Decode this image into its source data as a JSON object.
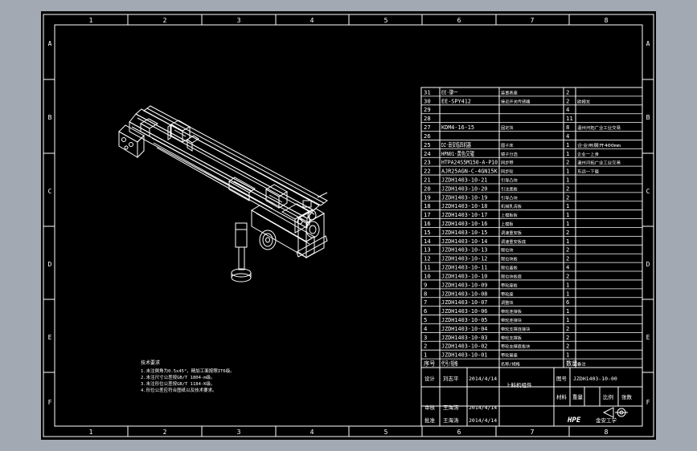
{
  "border": {
    "columns": [
      "1",
      "2",
      "3",
      "4",
      "5",
      "6",
      "7",
      "8"
    ],
    "rows": [
      "A",
      "B",
      "C",
      "D",
      "E",
      "F"
    ]
  },
  "bom": {
    "rows": [
      {
        "no": "31",
        "code": "EE·铆一",
        "name": "装置表座",
        "qty": "2",
        "note": ""
      },
      {
        "no": "30",
        "code": "EE-SPY412",
        "name": "接近开关传感器",
        "qty": "2",
        "note": "欧姆龙"
      },
      {
        "no": "29",
        "code": "",
        "name": "",
        "qty": "4",
        "note": ""
      },
      {
        "no": "28",
        "code": "",
        "name": "",
        "qty": "11",
        "note": ""
      },
      {
        "no": "27",
        "code": "KDM4-16-15",
        "name": "固定块",
        "qty": "8",
        "note": "温州河拓广业工业交易"
      },
      {
        "no": "26",
        "code": "",
        "name": "",
        "qty": "4",
        "note": ""
      },
      {
        "no": "25",
        "code": "DZ·南安临四机器",
        "name": "圆子床",
        "qty": "1",
        "note": "企业用展开400mm"
      },
      {
        "no": "24",
        "code": "HPN01·黄色交辊",
        "name": "镜子分选",
        "qty": "1",
        "note": "企业一上身"
      },
      {
        "no": "23",
        "code": "HTPA24S5M150-A-P10",
        "name": "同步带",
        "qty": "2",
        "note": "温州河拓广业工业交易"
      },
      {
        "no": "22",
        "code": "AJR25AGN-C-4GN15K",
        "name": "同步轮",
        "qty": "1",
        "note": "东远一下载"
      },
      {
        "no": "21",
        "code": "JZDH1403-10-21",
        "name": "引导凸块",
        "qty": "1",
        "note": ""
      },
      {
        "no": "20",
        "code": "JZDH1403-10-20",
        "name": "引注底板",
        "qty": "2",
        "note": ""
      },
      {
        "no": "19",
        "code": "JZDH1403-10-19",
        "name": "引导凸块",
        "qty": "2",
        "note": ""
      },
      {
        "no": "18",
        "code": "JZDH1403-10-18",
        "name": "机械乳清板",
        "qty": "1",
        "note": ""
      },
      {
        "no": "17",
        "code": "JZDH1403-10-17",
        "name": "上模板板",
        "qty": "1",
        "note": ""
      },
      {
        "no": "16",
        "code": "JZDH1403-10-16",
        "name": "上模板",
        "qty": "1",
        "note": ""
      },
      {
        "no": "15",
        "code": "JZDH1403-10-15",
        "name": "调速重安板",
        "qty": "2",
        "note": ""
      },
      {
        "no": "14",
        "code": "JZDH1403-10-14",
        "name": "调速重安板底",
        "qty": "1",
        "note": ""
      },
      {
        "no": "13",
        "code": "JZDH1403-10-13",
        "name": "限位块",
        "qty": "2",
        "note": ""
      },
      {
        "no": "12",
        "code": "JZDH1403-10-12",
        "name": "限位块板",
        "qty": "2",
        "note": ""
      },
      {
        "no": "11",
        "code": "JZDH1403-10-11",
        "name": "限位盖板",
        "qty": "4",
        "note": ""
      },
      {
        "no": "10",
        "code": "JZDH1403-10-10",
        "name": "限位块板底",
        "qty": "2",
        "note": ""
      },
      {
        "no": "9",
        "code": "JZDH1403-10-09",
        "name": "带轮座板",
        "qty": "1",
        "note": ""
      },
      {
        "no": "8",
        "code": "JZDH1403-10-08",
        "name": "带轮座",
        "qty": "1",
        "note": ""
      },
      {
        "no": "7",
        "code": "JZDH1403-10-07",
        "name": "调整块",
        "qty": "6",
        "note": ""
      },
      {
        "no": "6",
        "code": "JZDH1403-10-06",
        "name": "带轮连接板",
        "qty": "1",
        "note": ""
      },
      {
        "no": "5",
        "code": "JZDH1403-10-05",
        "name": "带轮连接块",
        "qty": "1",
        "note": ""
      },
      {
        "no": "4",
        "code": "JZDH1403-10-04",
        "name": "带轮支撑连接块",
        "qty": "2",
        "note": ""
      },
      {
        "no": "3",
        "code": "JZDH1403-10-03",
        "name": "带轮支撑板",
        "qty": "2",
        "note": ""
      },
      {
        "no": "2",
        "code": "JZDH1403-10-02",
        "name": "带轮支撑底板块",
        "qty": "2",
        "note": ""
      },
      {
        "no": "1",
        "code": "JZDH1403-10-01",
        "name": "带轮基座",
        "qty": "1",
        "note": ""
      }
    ],
    "header": {
      "no": "序号",
      "code": "代号/规格",
      "name": "名称/规格",
      "qty": "数量",
      "note": "备注"
    }
  },
  "title_block": {
    "designer_label": "设计",
    "designer": "刘志平",
    "design_date": "2014/4/14",
    "checker_label": "审核",
    "checker": "王海涛",
    "check_date": "2014/4/14",
    "approver_label": "批准",
    "approver": "王海涛",
    "approve_date": "2014/4/14",
    "assembly_name": "上料机组件",
    "drawing_no_label": "图号",
    "drawing_no": "JZDH1403-10-00",
    "scale_label": "比例",
    "sheet_label": "张数",
    "material_label": "材料",
    "weight_label": "重量",
    "company_logo": "HPE",
    "company": "金安工学"
  },
  "notes": {
    "title": "技术要求",
    "lines": [
      "1.未注倒角为0.5x45°，精加工面按照IT6级。",
      "2.未注尺寸公差按GB/T 1804-m级。",
      "3.未注形位公差按GB/T 1184-K级。",
      "4.形位公差应符合图纸以及技术要求。"
    ]
  }
}
